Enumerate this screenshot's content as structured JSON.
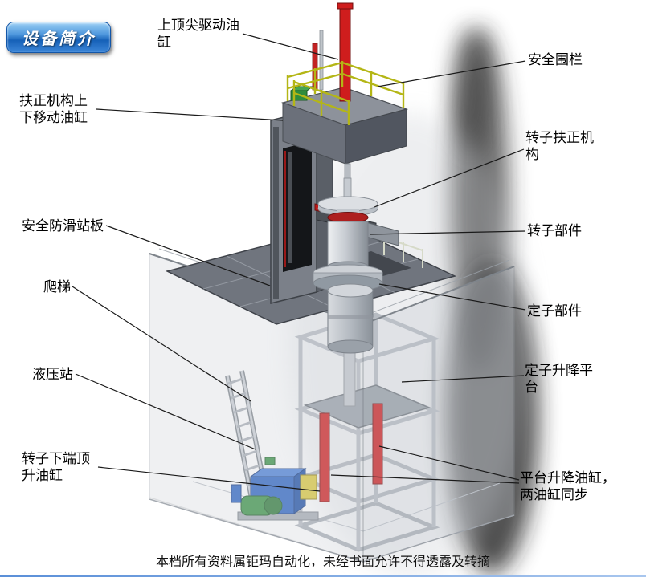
{
  "badge": {
    "label": "设备简介"
  },
  "labels": [
    {
      "id": "top-drive-cylinder",
      "text": "上顶尖驱动油缸"
    },
    {
      "id": "safety-fence",
      "text": "安全围栏"
    },
    {
      "id": "centering-cylinder",
      "text": "扶正机构上下移动油缸"
    },
    {
      "id": "rotor-centering",
      "text": "转子扶正机构"
    },
    {
      "id": "anti-slip-board",
      "text": "安全防滑站板"
    },
    {
      "id": "rotor-part",
      "text": "转子部件"
    },
    {
      "id": "ladder",
      "text": "爬梯"
    },
    {
      "id": "stator-part",
      "text": "定子部件"
    },
    {
      "id": "hydraulic-station",
      "text": "液压站"
    },
    {
      "id": "stator-lift-platform",
      "text": "定子升降平台"
    },
    {
      "id": "rotor-jack-cylinder",
      "text": "转子下端顶升油缸"
    },
    {
      "id": "platform-lift-cylinders",
      "text": "平台升降油缸，两油缸同步"
    }
  ],
  "footer": {
    "text": "本档所有资料属钜玛自动化，未经书面允许不得透露及转摘"
  },
  "colors": {
    "cylinder_red": "#d01d1d",
    "railing_yellow": "#b4b616",
    "hydraulic_blue": "#2b64c4",
    "badge_blue": "#2f7ad0",
    "platform_gray": "#70757e"
  }
}
